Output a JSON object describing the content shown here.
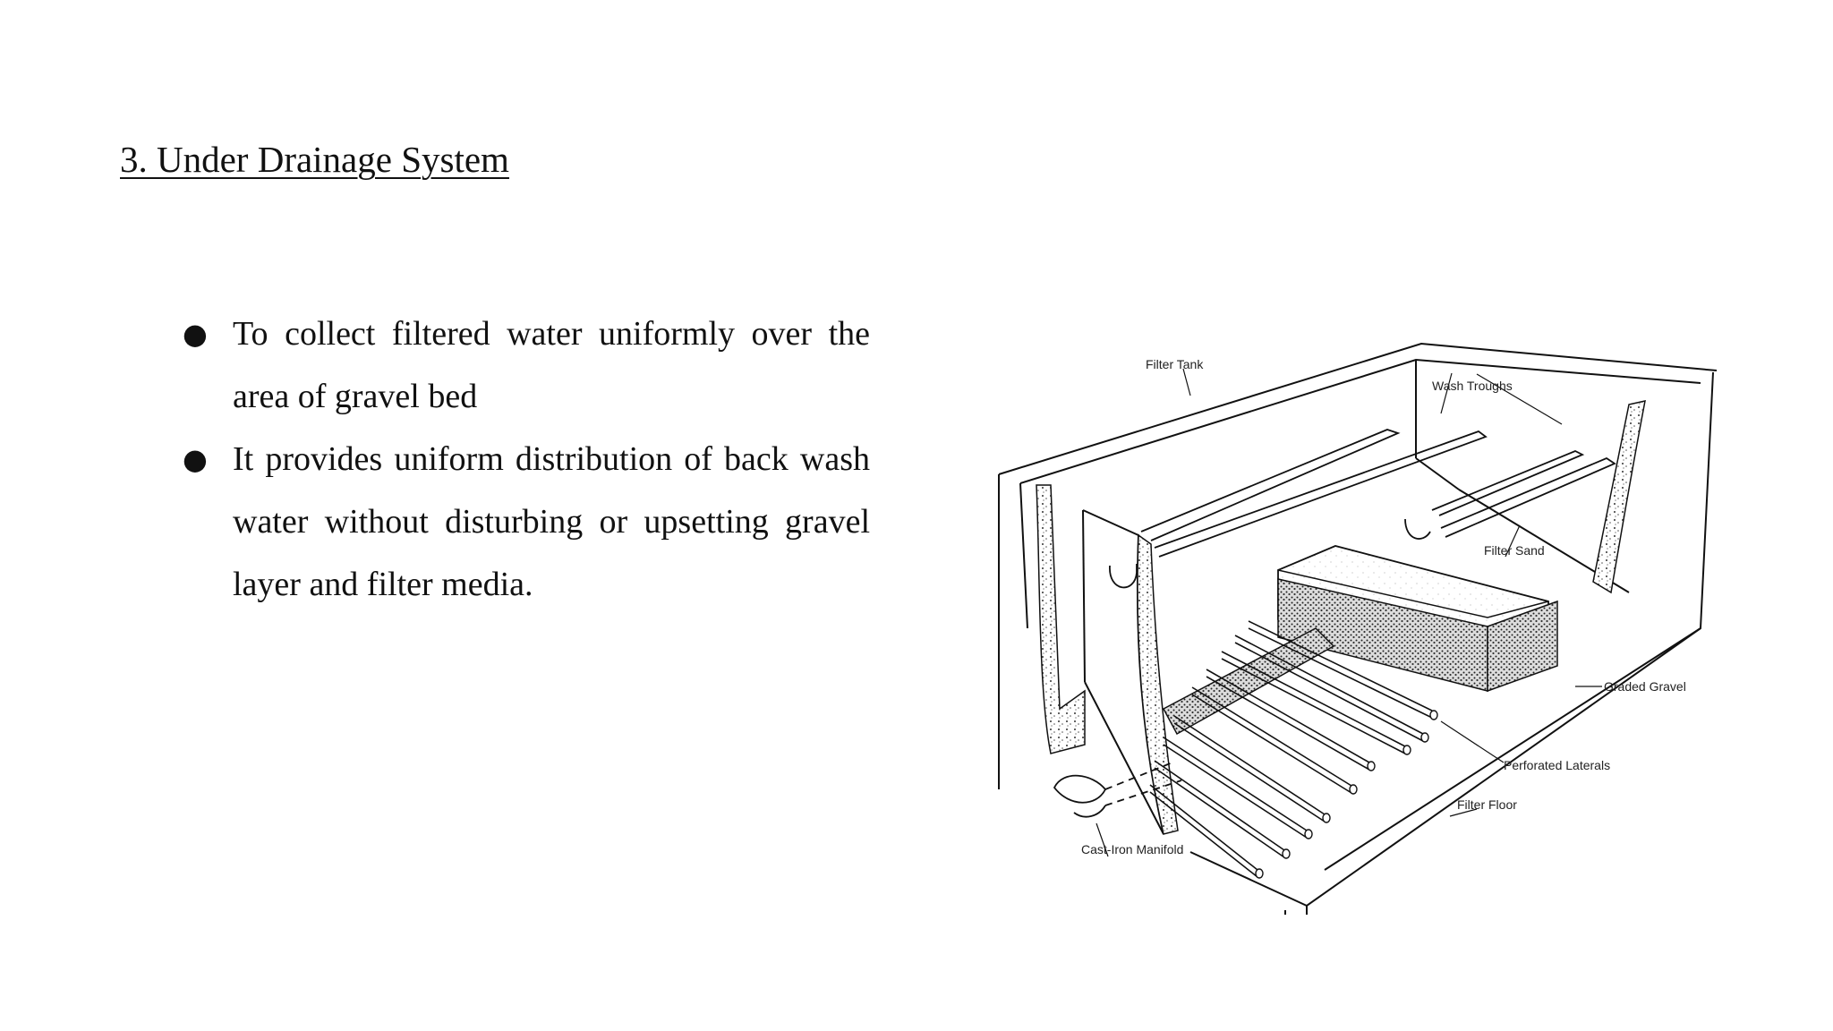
{
  "slide": {
    "title": "3. Under Drainage System",
    "bullets": [
      "To collect filtered water uniformly over the area of gravel bed",
      "It provides uniform distribution of back wash water without disturbing or upsetting gravel layer and filter media."
    ]
  },
  "figure": {
    "labels": {
      "filter_tank": "Filter Tank",
      "wash_troughs": "Wash Troughs",
      "filter_sand": "Filter Sand",
      "graded_gravel": "Graded Gravel",
      "perforated_laterals": "Perforated Laterals",
      "filter_floor": "Filter Floor",
      "manifold": "Cast-Iron Manifold"
    }
  }
}
